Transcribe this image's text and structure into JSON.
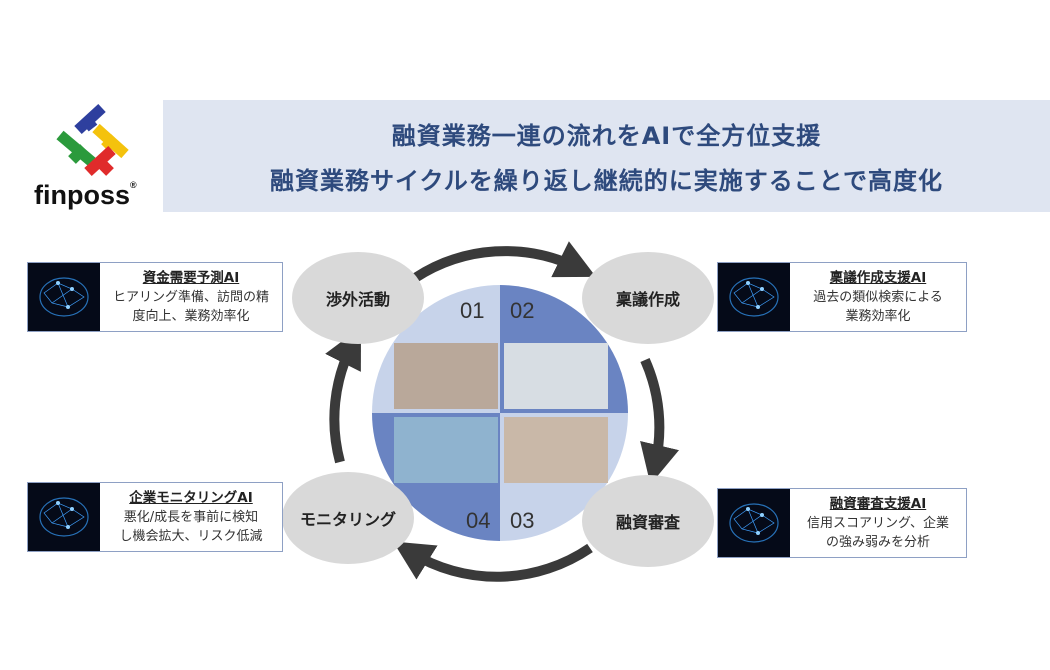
{
  "logo": {
    "name": "finposs",
    "mark": "®"
  },
  "header": {
    "line1": "融資業務一連の流れをAIで全方位支援",
    "line2": "融資業務サイクルを繰り返し継続的に実施することで高度化"
  },
  "cycle": {
    "steps": [
      {
        "num": "01",
        "label": "渉外活動"
      },
      {
        "num": "02",
        "label": "稟議作成"
      },
      {
        "num": "03",
        "label": "融資審査"
      },
      {
        "num": "04",
        "label": "モニタリング"
      }
    ]
  },
  "cards": [
    {
      "title": "資金需要予測AI",
      "line1": "ヒアリング準備、訪問の精",
      "line2": "度向上、業務効率化"
    },
    {
      "title": "稟議作成支援AI",
      "line1": "過去の類似検索による",
      "line2": "業務効率化"
    },
    {
      "title": "融資審査支援AI",
      "line1": "信用スコアリング、企業",
      "line2": "の強み弱みを分析"
    },
    {
      "title": "企業モニタリングAI",
      "line1": "悪化/成長を事前に検知",
      "line2": "し機会拡大、リスク低減"
    }
  ]
}
